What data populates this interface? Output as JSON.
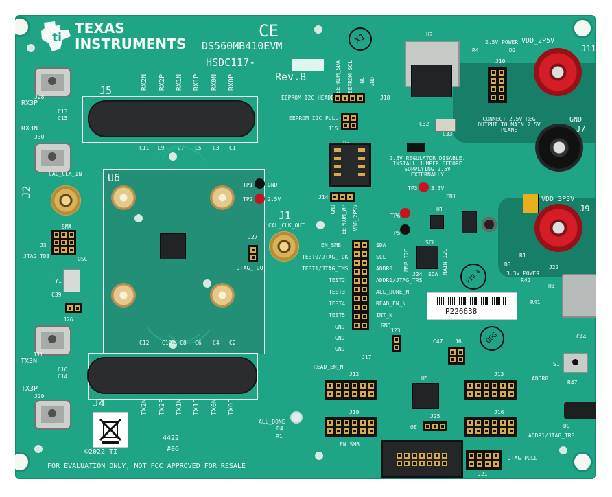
{
  "board": {
    "brand_line1": "TEXAS",
    "brand_line2": "INSTRUMENTS",
    "ce_mark": "CE",
    "model": "DS560MB410EVM",
    "hsdc": "HSDC117-",
    "revision": "Rev.B",
    "x1": "X1",
    "copyright": "©2022 TI",
    "lot": "4422",
    "lot2": "#06",
    "disclaimer": "FOR EVALUATION ONLY, NOT FCC APPROVED FOR RESALE",
    "barcode_text": "P226638",
    "fig4": "FIG 4",
    "oog": "OOG",
    "weee_icon": "weee-recycle-icon",
    "colors": {
      "board": "#1fa485",
      "copper": "#d9aa47",
      "red_post": "#d41d26",
      "black_post": "#111111"
    }
  },
  "connectors": {
    "j5": "J5",
    "j4": "J4",
    "top_rx": [
      "RX2N",
      "RX2P",
      "RX1N",
      "RX1P",
      "RX0N",
      "RX0P"
    ],
    "bottom_tx": [
      "TX2N",
      "TX2P",
      "TX1N",
      "TX1P",
      "TX0N",
      "TX0P"
    ],
    "left_ports": [
      "J28",
      "RX3P",
      "C13",
      "C15",
      "RX3N",
      "J30",
      "J2",
      "CAL_CLK_IN",
      "J31",
      "TX3N",
      "C16",
      "C14",
      "TX3P",
      "J29"
    ],
    "j1": "J1",
    "cal_out": "CAL_CLK_OUT",
    "u6": "U6",
    "j3_labels": [
      "SMA",
      "J3",
      "JTAG_TDI",
      "OSC"
    ],
    "j27": "J27",
    "jtag_tdo": "JTAG_TDO",
    "y1": "Y1",
    "c39": "C39",
    "j26": "J26",
    "top_caps": [
      "C11",
      "C9",
      "C7",
      "C5",
      "C3",
      "C1"
    ],
    "bottom_caps": [
      "C12",
      "C10",
      "C8",
      "C6",
      "C4",
      "C2"
    ]
  },
  "power": {
    "u2": "U2",
    "r4": "R4",
    "d2": "D2",
    "power_25": "2.5V POWER",
    "vdd25": "VDD_2P5V",
    "j11": "J11",
    "gnd": "GND",
    "j7": "J7",
    "vdd33": "VDD_3P3V",
    "j9": "J9",
    "j10": "J10",
    "connect_note": "CONNECT 2.5V REG OUTPUT TO MAIN 2.5V PLANE",
    "reg_note": "2.5V REGULATOR DISABLE. INSTALL JUMPER BEFORE SUPPLYING 2.5V EXTERNALLY",
    "tp3": "TP3",
    "v33": "3.3V",
    "tp6": "TP6",
    "tp5": "TP5",
    "u1": "U1",
    "fb1": "FB1",
    "c33": "C33",
    "c32": "C32",
    "d3": "D3",
    "r1": "R1",
    "power_33": "3.3V POWER",
    "j22": "J22",
    "u4": "U4",
    "r42": "R42",
    "r41": "R41",
    "c44": "C44",
    "s1": "S1",
    "r47": "R47",
    "d9": "D9"
  },
  "control": {
    "j18": "J18",
    "eeprom_header": "EEPROM I2C HEADER",
    "eeprom_pullups": "EEPROM I2C PULL-UPS",
    "eeprom_top": [
      "EEPROM_SDA",
      "EEPROM_SCL",
      "NC",
      "GND"
    ],
    "j15": "J15",
    "u3": "U3",
    "j14": "J14",
    "j14_labels": [
      "GND",
      "EEPROM_WP",
      "VDD_2P5V"
    ],
    "tp1": "TP1",
    "tp2": "TP2",
    "tp_labels": [
      "GND",
      "2.5V"
    ],
    "left_signals": [
      "EN_SMB",
      "TEST0/JTAG_TCK",
      "TEST1/JTAG_TMS",
      "TEST2",
      "TEST3",
      "TEST4",
      "TEST5",
      "GND",
      "GND",
      "GND"
    ],
    "right_signals": [
      "SDA",
      "SCL",
      "ADDR0",
      "ADDR1/JTAG_TRS",
      "ALL_DONE_N",
      "READ_EN_N",
      "INT_N",
      "GND"
    ],
    "j17": "J17",
    "j23": "J23",
    "j24": "J24",
    "sda": "SDA",
    "scl": "SCL",
    "msp": "MSP I2C",
    "main": "MAIN I2C",
    "j12": "J12",
    "j19": "J19",
    "read_en": "READ_EN_N",
    "en_smb": "EN SMB",
    "all_done": "ALL_DONE",
    "d4": "D4",
    "r1b": "R1",
    "j25": "J25",
    "oe": "OE",
    "j13": "J13",
    "j16": "J16",
    "addr0": "ADDR0",
    "addr1": "ADDR1/JTAG_TRS",
    "j21": "J21",
    "jtag_pull": "JTAG PULL",
    "j6": "J6",
    "c47": "C47",
    "u5": "U5"
  }
}
